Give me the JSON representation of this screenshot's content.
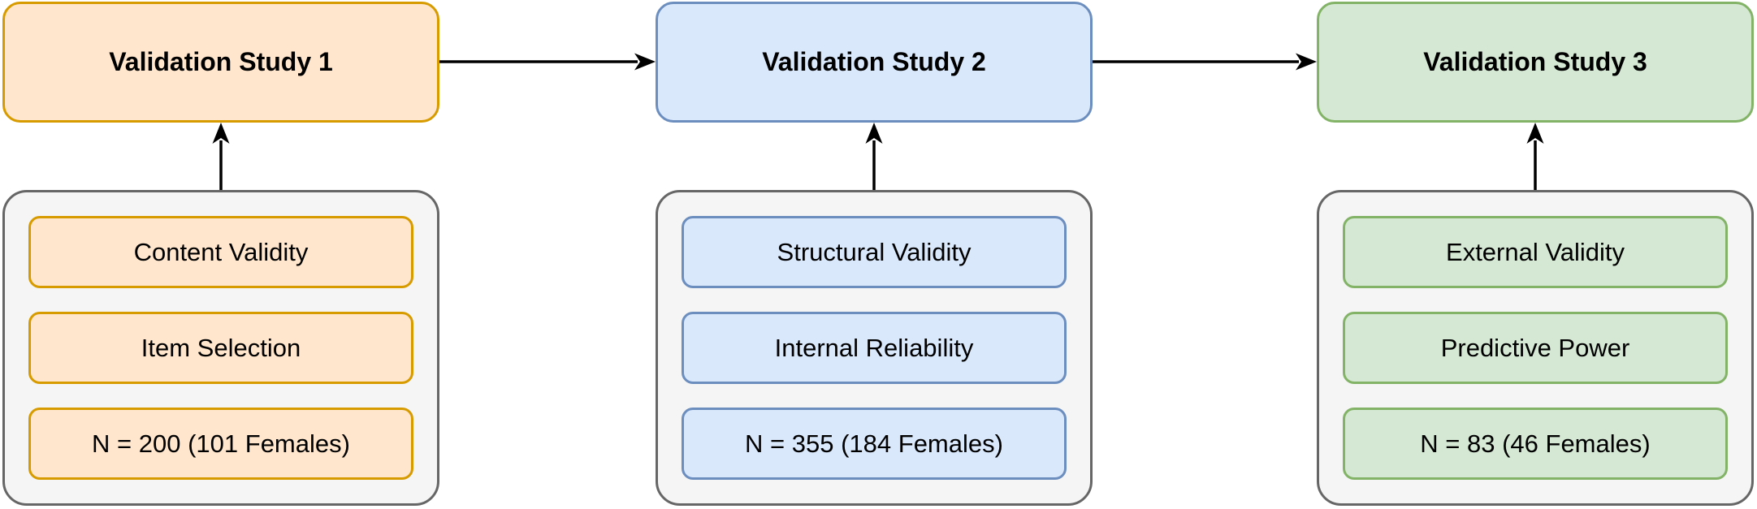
{
  "diagram": {
    "background": "#FFFFFF",
    "arrow_color": "#000000",
    "text_color": "#000000",
    "container": {
      "fill": "#F5F5F5",
      "stroke": "#666666"
    },
    "studies": [
      {
        "title": "Validation Study 1",
        "items": [
          "Content Validity",
          "Item Selection",
          "N = 200 (101 Females)"
        ],
        "colors": {
          "fill": "#FFE6CC",
          "stroke": "#D79B00"
        }
      },
      {
        "title": "Validation Study 2",
        "items": [
          "Structural Validity",
          "Internal Reliability",
          "N = 355 (184 Females)"
        ],
        "colors": {
          "fill": "#DAE8FC",
          "stroke": "#6C8EBF"
        }
      },
      {
        "title": "Validation Study 3",
        "items": [
          "External Validity",
          "Predictive Power",
          "N = 83 (46 Females)"
        ],
        "colors": {
          "fill": "#D5E8D4",
          "stroke": "#82B366"
        }
      }
    ]
  }
}
